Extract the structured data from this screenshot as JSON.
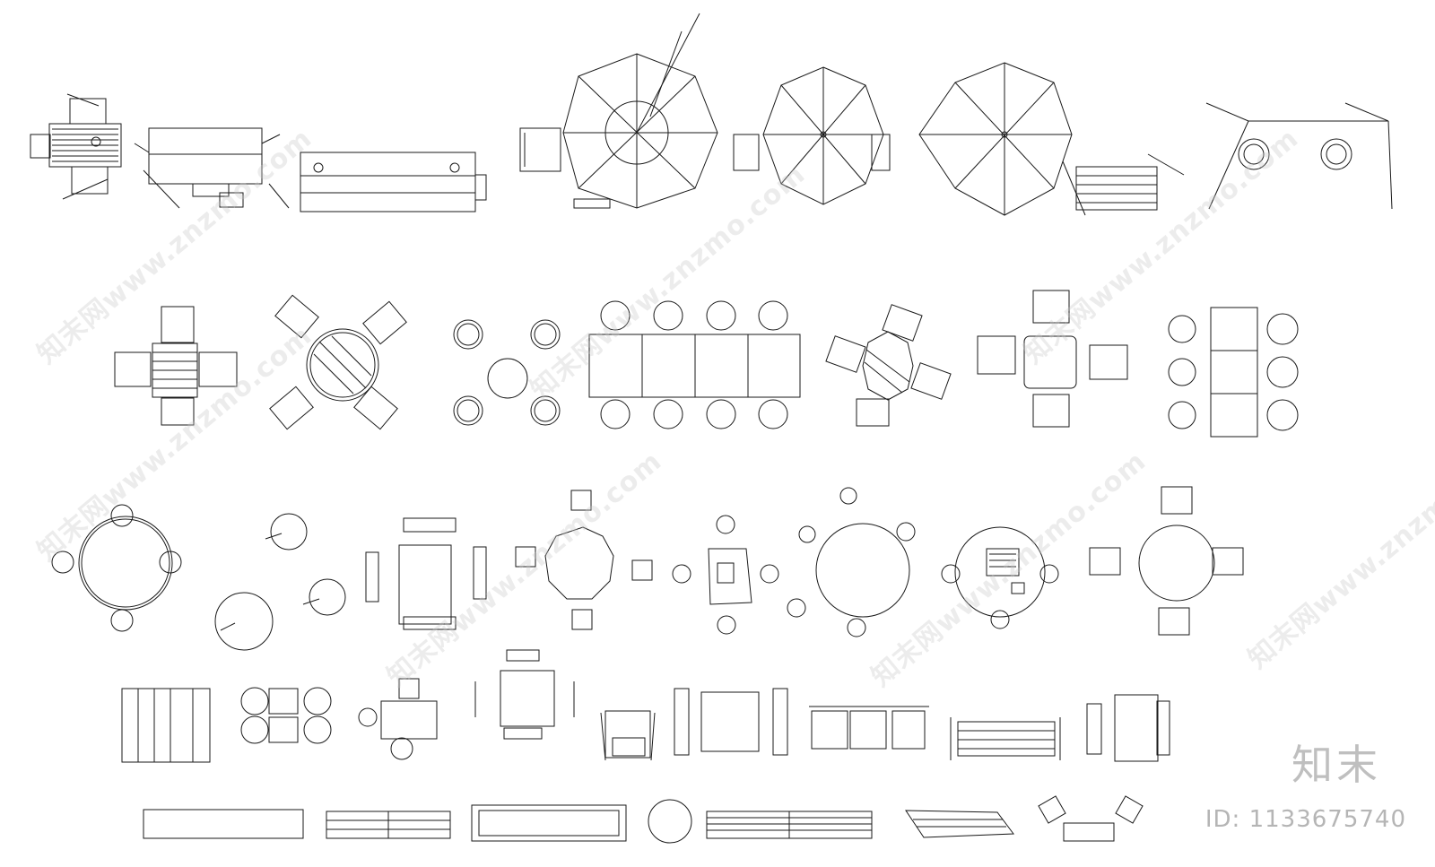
{
  "sheet": {
    "line_color": "#1a1a1a",
    "background": "#ffffff",
    "watermark_color": "#c8c8c8"
  },
  "watermark": {
    "text": "知末网www.znzmo.com",
    "logo": "知末",
    "id_label": "ID: 1133675740"
  },
  "symbols": [
    "deck-chair-set",
    "grill-cart",
    "serving-counter",
    "umbrella-with-chairs",
    "umbrella",
    "umbrella",
    "bench-with-umbrella",
    "hammock-frames",
    "square-table-four-chairs",
    "round-table-four-lounge-chairs",
    "round-table-four-stools",
    "long-table-eight-chairs",
    "octagon-table-four-chairs",
    "square-table-four-armchairs",
    "three-tables-six-chairs",
    "round-table-four-stools",
    "three-bistro-tables",
    "table-two-benches",
    "octagon-table-four-cubes",
    "tray-table-four-stools",
    "round-table-five-stools",
    "round-table-with-grill",
    "round-table-four-chairs",
    "picnic-bench",
    "four-armchairs-two-tables",
    "small-table-chairs",
    "square-table-two-seats",
    "lounge-chair",
    "table-two-benches",
    "three-armchairs",
    "park-bench",
    "table-two-benches",
    "bench-long",
    "bench-slatted",
    "planter-bench",
    "round-stool",
    "bench-log",
    "log-seat",
    "bench-with-chairs"
  ]
}
